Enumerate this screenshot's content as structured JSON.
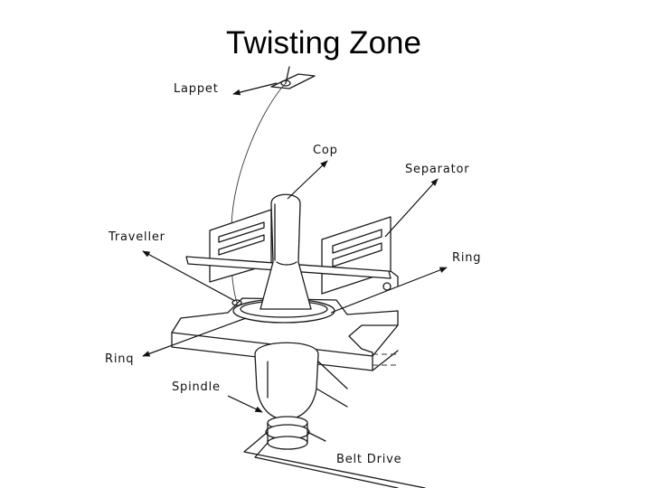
{
  "title": "Twisting Zone",
  "labels": {
    "lappet": "Lappet",
    "cop": "Cop",
    "separator": "Separator",
    "traveller": "Traveller",
    "ring_right": "Ring",
    "ring_left": "Rinq",
    "spindle": "Spindle",
    "belt_drive": "Belt Drive"
  }
}
